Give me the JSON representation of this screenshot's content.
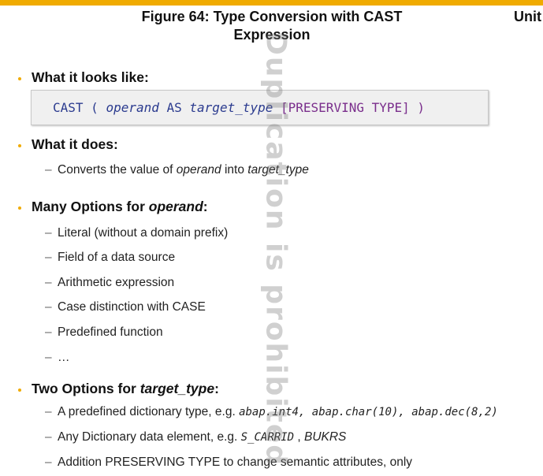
{
  "header": {
    "figure_title_line1": "Figure 64: Type Conversion with CAST",
    "figure_title_line2": "Expression",
    "unit_label": "Unit"
  },
  "watermark": "Duplication is prohibited",
  "colors": {
    "accent": "#f0ab00",
    "keyword": "#2b3b8f",
    "preserving": "#7a2e8c"
  },
  "sections": {
    "looks_like": {
      "heading": "What it looks like:",
      "code": {
        "cast": "CAST",
        "open": " ( ",
        "operand": "operand",
        "as": " AS ",
        "target": "target_type",
        "preserving": " [PRESERVING TYPE] )"
      }
    },
    "does": {
      "heading": "What it does:",
      "item": {
        "t1": "Converts the value of ",
        "i1": "operand",
        "t2": " into ",
        "i2": "target_type"
      }
    },
    "operand_options": {
      "heading_prefix": "Many Options for ",
      "heading_italic": "operand",
      "heading_suffix": ":",
      "items": [
        "Literal (without a domain prefix)",
        "Field of a data source",
        "Arithmetic expression",
        "Case distinction with CASE",
        "Predefined function",
        "…"
      ]
    },
    "target_options": {
      "heading_prefix": "Two Options for ",
      "heading_italic": "target_type",
      "heading_suffix": ":",
      "item1": {
        "text": "A predefined dictionary type, e.g. ",
        "mono": "abap.int4, abap.char(10), abap.dec(8,2)"
      },
      "item2": {
        "text": "Any Dictionary data element, e.g. ",
        "mono": "S_CARRID",
        "sep": " , ",
        "ital": "BUKRS"
      },
      "item3": {
        "text": "Addition PRESERVING TYPE to change semantic attributes, only"
      }
    }
  }
}
